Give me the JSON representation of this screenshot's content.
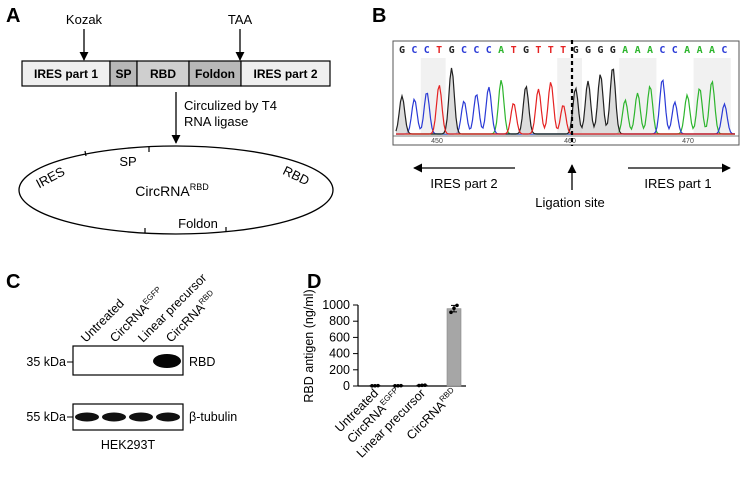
{
  "panel_a": {
    "letter": "A",
    "kozak": "Kozak",
    "taa": "TAA",
    "segments": [
      "IRES part 1",
      "SP",
      "RBD",
      "Foldon",
      "IRES part 2"
    ],
    "arrow_text_1": "Circulized by T4",
    "arrow_text_2": "RNA ligase",
    "circle_labels": {
      "ires": "IRES",
      "sp": "SP",
      "rbd": "RBD",
      "foldon": "Foldon"
    },
    "circ_main": "CircRNA",
    "circ_sup": "RBD"
  },
  "panel_b": {
    "letter": "B",
    "bases": [
      "G",
      "C",
      "C",
      "T",
      "G",
      "C",
      "C",
      "C",
      "A",
      "T",
      "G",
      "T",
      "T",
      "T",
      "G",
      "G",
      "G",
      "G",
      "A",
      "A",
      "A",
      "C",
      "C",
      "A",
      "A",
      "A",
      "C"
    ],
    "base_colors": {
      "A": "#2db52d",
      "C": "#2a3ad6",
      "G": "#222222",
      "T": "#e52222"
    },
    "ticks": [
      "450",
      "460",
      "470"
    ],
    "left_label": "IRES part 2",
    "right_label": "IRES part 1",
    "ligation_label": "Ligation site"
  },
  "panel_c": {
    "letter": "C",
    "lanes": [
      {
        "main": "Untreated",
        "sup": ""
      },
      {
        "main": "CircRNA",
        "sup": "EGFP"
      },
      {
        "main": "Linear precursor",
        "sup": ""
      },
      {
        "main": "CircRNA",
        "sup": "RBD"
      }
    ],
    "markers": [
      "35 kDa",
      "55 kDa"
    ],
    "blot_labels": [
      "RBD",
      "β-tubulin"
    ],
    "cell_line": "HEK293T"
  },
  "panel_d": {
    "letter": "D"
  },
  "chart_data": {
    "type": "bar",
    "categories": [
      "Untreated",
      "CircRNA EGFP",
      "Linear precursor",
      "CircRNA RBD"
    ],
    "category_labels": [
      {
        "main": "Untreated",
        "sup": ""
      },
      {
        "main": "CircRNA",
        "sup": "EGFP"
      },
      {
        "main": "Linear precursor",
        "sup": ""
      },
      {
        "main": "CircRNA",
        "sup": "RBD"
      }
    ],
    "values": [
      3,
      3,
      8,
      955
    ],
    "points": [
      [
        2,
        3,
        4
      ],
      [
        2,
        3,
        4
      ],
      [
        6,
        8,
        10
      ],
      [
        910,
        960,
        995
      ]
    ],
    "ylabel": "RBD antigen (ng/ml)",
    "ylim": [
      0,
      1000
    ],
    "yticks": [
      0,
      200,
      400,
      600,
      800,
      1000
    ],
    "bar_color": "#a6a6a6"
  }
}
